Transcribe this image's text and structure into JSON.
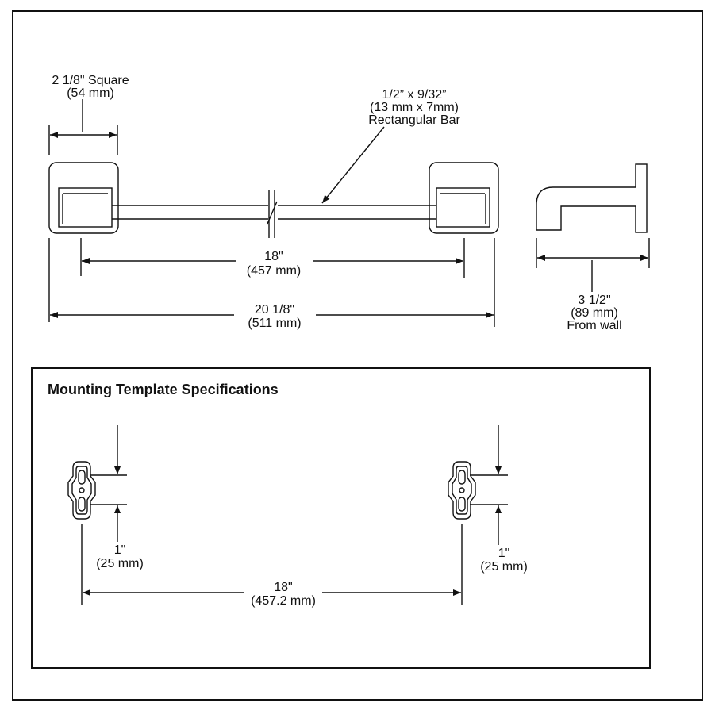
{
  "front_view": {
    "flange_size": {
      "line1": "2 1/8\" Square",
      "line2": "(54 mm)"
    },
    "bar_size": {
      "line1": "1/2” x 9/32”",
      "line2": "(13 mm x 7mm)",
      "line3": "Rectangular Bar"
    },
    "bar_length": {
      "line1": "18\"",
      "line2": "(457 mm)"
    },
    "overall_length": {
      "line1": "20 1/8\"",
      "line2": "(511 mm)"
    }
  },
  "side_view": {
    "projection": {
      "line1": "3 1/2\"",
      "line2": "(89 mm)",
      "line3": "From wall"
    }
  },
  "template": {
    "title": "Mounting Template Specifications",
    "left_offset": {
      "line1": "1\"",
      "line2": "(25 mm)"
    },
    "right_offset": {
      "line1": "1\"",
      "line2": "(25 mm)"
    },
    "spacing": {
      "line1": "18\"",
      "line2": "(457.2 mm)"
    }
  }
}
